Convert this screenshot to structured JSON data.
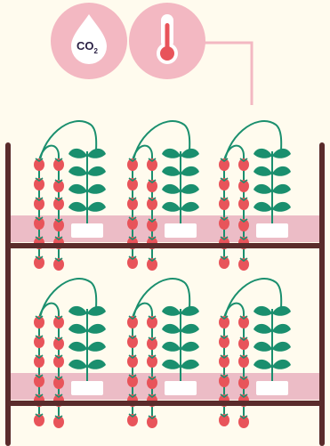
{
  "sensors": {
    "co2": {
      "label": "CO",
      "subscript": "2",
      "icon": "co2-droplet-icon"
    },
    "temperature": {
      "icon": "thermometer-icon"
    }
  },
  "shelves": [
    {
      "name": "upper-shelf",
      "plant_groups": 3
    },
    {
      "name": "lower-shelf",
      "plant_groups": 3
    }
  ],
  "colors": {
    "background": "#fffbee",
    "sensor_circle": "#f3b8c2",
    "tray_band": "#ecbcc6",
    "rack_frame": "#5a2b2b",
    "vine": "#1a8f6e",
    "leaf": "#1a8f6e",
    "tomato": "#e8545a",
    "pot": "#ffffff",
    "connector_line": "#f3b8c2",
    "thermometer_bulb": "#e8545a",
    "co2_text": "#2b2145"
  }
}
